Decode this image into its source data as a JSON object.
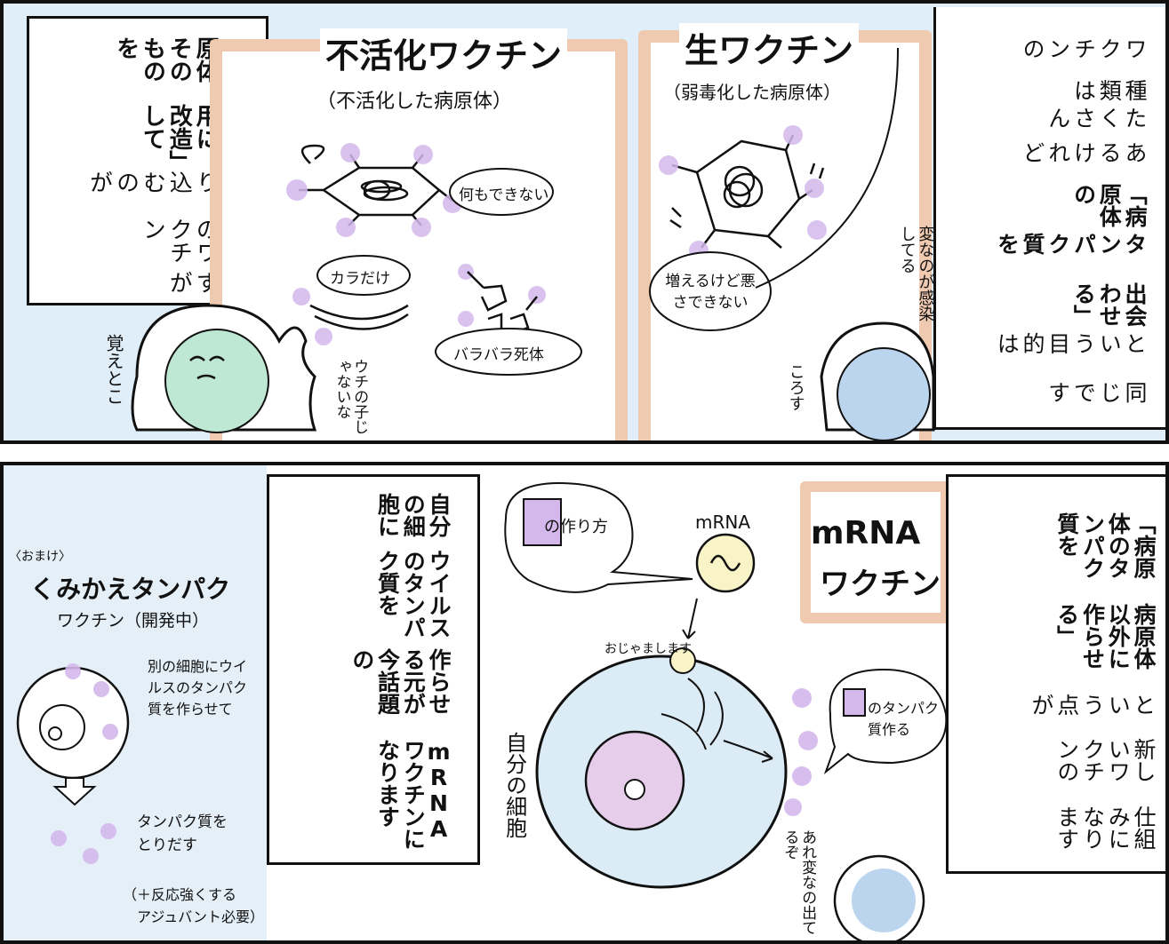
{
  "panel1": {
    "narration_right": {
      "col1": "ワクチンの",
      "col2": "種類は",
      "col3": "たくさん",
      "col4": "あるけれど",
      "col5": "「病原体の",
      "col6": "タンパク質を",
      "col7": "出会わせる」",
      "col8": "という目的は",
      "col9": "同じです"
    },
    "narration_left": {
      "col1": "「病原体そのものを",
      "col2": "学習用に改造」して",
      "col3": "送り込むのが",
      "col4": "従来のワクチン",
      "col5": "ですが"
    },
    "inactivated": {
      "title": "不活化ワクチン",
      "subtitle": "（不活化した病原体）",
      "bubble1": "何もできない",
      "bubble2": "カラだけ",
      "bubble3": "バラバラ死体"
    },
    "live": {
      "title": "生ワクチン",
      "subtitle": "（弱毒化した病原体）",
      "bubble": "増えるけど悪さできない"
    },
    "cell_left_text": "覚えとこ",
    "left_small": "ウチの子じゃないな",
    "cell_right_text": "変なのが感染してる",
    "cell_right_text2": "ころす"
  },
  "panel2": {
    "mrna_title": "mRNA",
    "mrna_title2": "ワクチン",
    "mrna_label": "mRNA",
    "recipe_bubble": "の作り方",
    "protein_bubble": "のタンパク質作る",
    "enter_text": "おじゃまします",
    "self_cell_label": "自分の細胞",
    "cell_text": "あれ変なの出てるぞ",
    "narration_right": {
      "col1": "「病原体のタンパク質を",
      "col2": "病原体以外に作らせる」",
      "col3": "という点が",
      "col4": "新しいワクチンの",
      "col5": "仕組みになります"
    },
    "narration_left": {
      "col1": "自分の細胞に",
      "col2": "ウイルスのタンパク質を",
      "col3": "作らせる元が今話題の",
      "col4": "mRNAワクチンになります"
    },
    "bonus": {
      "tag": "〈おまけ〉",
      "title": "くみかえタンパク",
      "title2": "ワクチン（開発中）",
      "text1": "別の細胞にウイルスのタンパク質を作らせて",
      "text2": "タンパク質をとりだす",
      "text3": "（＋反応強くする",
      "text4": "アジュバント必要）"
    }
  },
  "colors": {
    "peach": "#efc9b0",
    "cell_green": "#bfe8d4",
    "cell_blue": "#bcd5ee",
    "nucleus_purple": "#e6cdea",
    "antigen_purple": "#d4b8ec",
    "panel_bg": "#dfeef8"
  }
}
